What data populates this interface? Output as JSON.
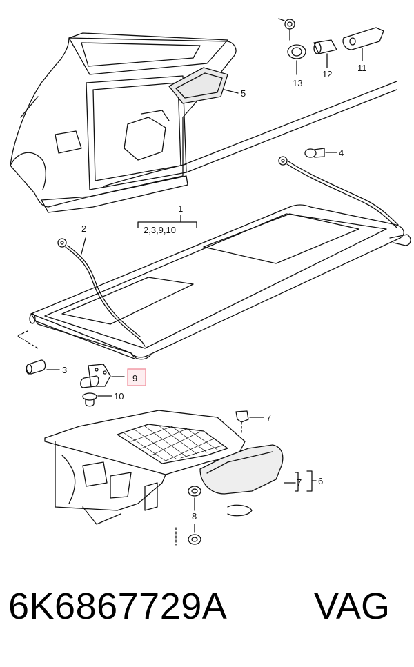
{
  "diagram": {
    "callouts": {
      "c1": "1",
      "c1_sub": "2,3,9,10",
      "c2": "2",
      "c3": "3",
      "c4": "4",
      "c5": "5",
      "c6": "6",
      "c7a": "7",
      "c7b": "7",
      "c8": "8",
      "c9": "9",
      "c10": "10",
      "c11": "11",
      "c12": "12",
      "c13": "13"
    },
    "highlight_color": "#f29aa6"
  },
  "footer": {
    "part_number": "6K6867729A",
    "brand": "VAG"
  }
}
